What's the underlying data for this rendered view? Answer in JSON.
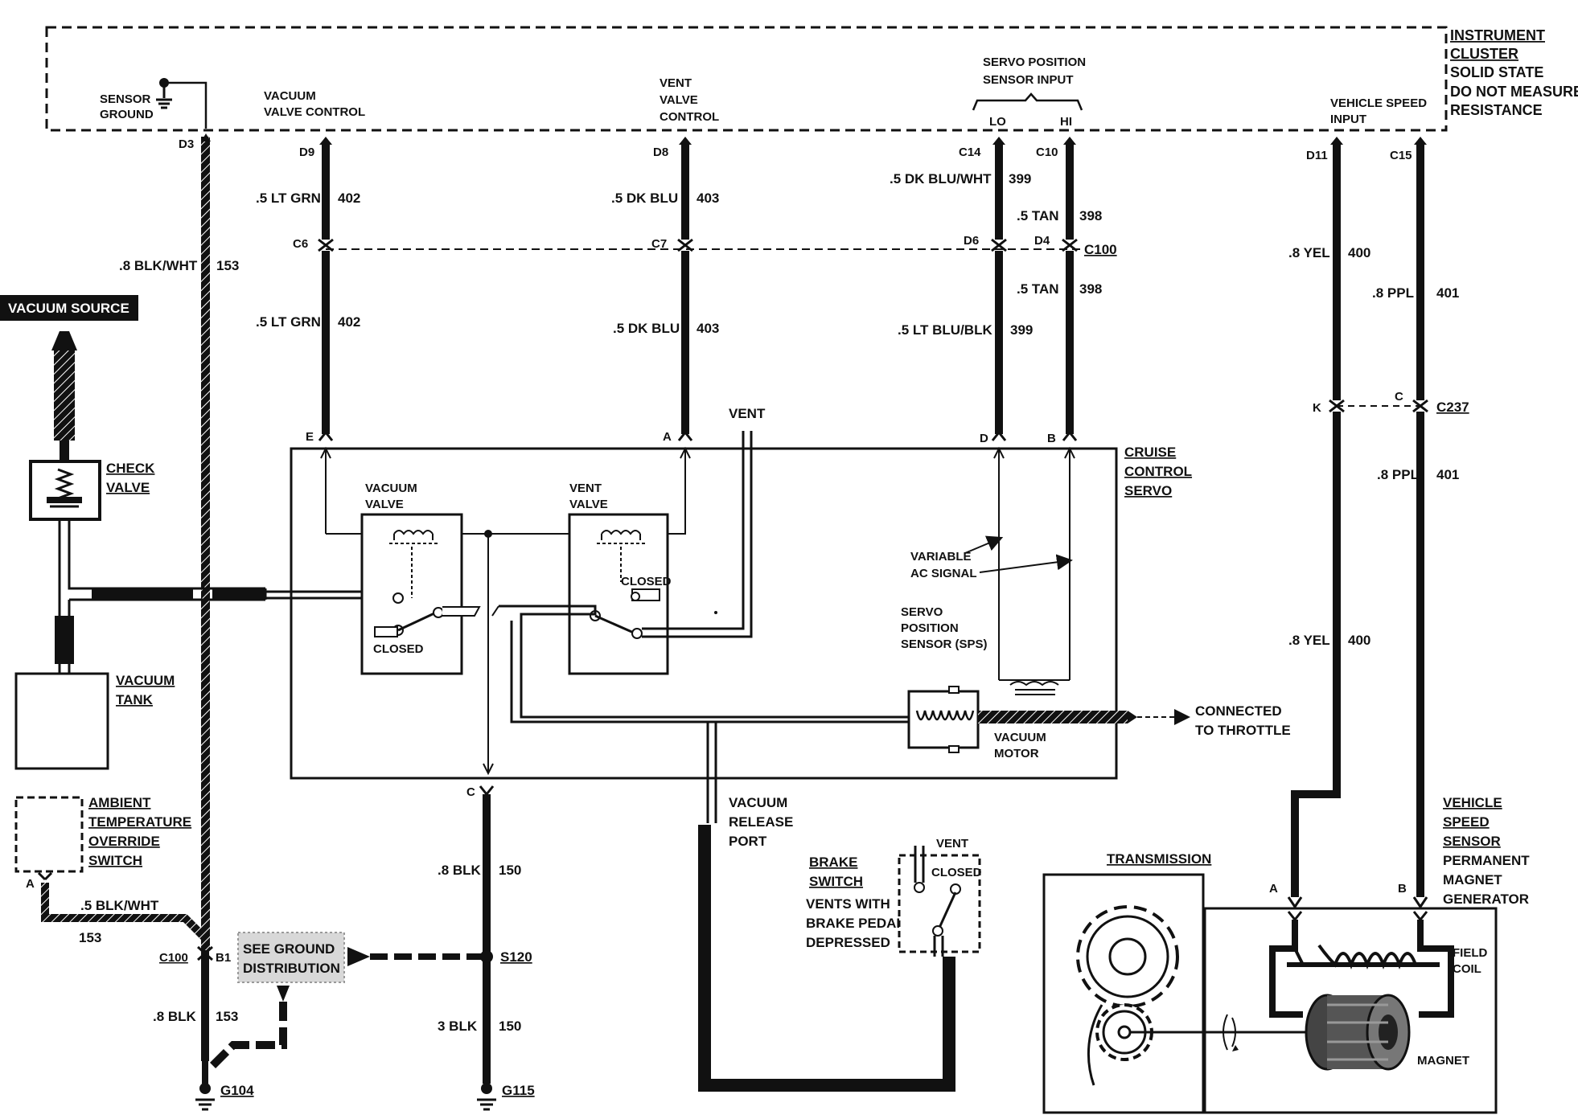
{
  "cluster": {
    "lines": [
      "INSTRUMENT",
      "CLUSTER",
      "SOLID STATE",
      "DO NOT MEASURE",
      "RESISTANCE"
    ],
    "sensor_ground": [
      "SENSOR",
      "GROUND"
    ],
    "vacuum_valve_control": [
      "VACUUM",
      "VALVE CONTROL"
    ],
    "vent_valve_control": [
      "VENT",
      "VALVE",
      "CONTROL"
    ],
    "servo_position_input": [
      "SERVO POSITION",
      "SENSOR INPUT"
    ],
    "lo": "LO",
    "hi": "HI",
    "vehicle_speed_input": [
      "VEHICLE SPEED",
      "INPUT"
    ]
  },
  "pins": {
    "d3": "D3",
    "d9": "D9",
    "d8": "D8",
    "c14": "C14",
    "c10": "C10",
    "d11": "D11",
    "c15": "C15",
    "c6": "C6",
    "c7": "C7",
    "d6": "D6",
    "d4": "D4",
    "c100_top": "C100",
    "k": "K",
    "c": "C",
    "c237": "C237",
    "e": "E",
    "a": "A",
    "d": "D",
    "b": "B",
    "servo_c": "C",
    "c100_bottom": "C100",
    "b1": "B1",
    "s120": "S120",
    "g104": "G104",
    "g115": "G115",
    "amb_a": "A",
    "vss_a": "A",
    "vss_b": "B"
  },
  "wires": {
    "w402_top": ".5 LT GRN",
    "n402_top": "402",
    "w402_bot": ".5 LT GRN",
    "n402_bot": "402",
    "w403_top": ".5 DK BLU",
    "n403_top": "403",
    "w403_bot": ".5 DK BLU",
    "n403_bot": "403",
    "w399_top": ".5 DK BLU/WHT",
    "n399_top": "399",
    "w399_bot": ".5 LT BLU/BLK",
    "n399_bot": "399",
    "w398_top": ".5 TAN",
    "n398_top": "398",
    "w398_bot": ".5 TAN",
    "n398_bot": "398",
    "w400_top": ".8 YEL",
    "n400_top": "400",
    "w400_bot": ".8 YEL",
    "n400_bot": "400",
    "w401_top": ".8 PPL",
    "n401_top": "401",
    "w401_bot": ".8 PPL",
    "n401_bot": "401",
    "w153_top": ".8 BLK/WHT",
    "n153_top": "153",
    "w153_amb": ".5 BLK/WHT",
    "n153_amb": "153",
    "w153_bot": ".8 BLK",
    "n153_bot": "153",
    "w150_top": ".8 BLK",
    "n150_top": "150",
    "w150_bot": "3 BLK",
    "n150_bot": "150"
  },
  "labels": {
    "vacuum_source": "VACUUM  SOURCE",
    "check_valve": [
      "CHECK",
      "VALVE"
    ],
    "vacuum_tank": [
      "VACUUM",
      "TANK"
    ],
    "ambient_switch": [
      "AMBIENT",
      "TEMPERATURE",
      "OVERRIDE",
      "SWITCH"
    ],
    "see_ground": [
      "SEE GROUND",
      "DISTRIBUTION"
    ],
    "vent": "VENT",
    "cruise_servo": [
      "CRUISE",
      "CONTROL",
      "SERVO"
    ],
    "vacuum_valve": [
      "VACUUM",
      "VALVE"
    ],
    "vent_valve": [
      "VENT",
      "VALVE"
    ],
    "closed_1": "CLOSED",
    "closed_2": "CLOSED",
    "variable_ac": [
      "VARIABLE",
      "AC SIGNAL"
    ],
    "sps": [
      "SERVO",
      "POSITION",
      "SENSOR (SPS)"
    ],
    "vacuum_motor": [
      "VACUUM",
      "MOTOR"
    ],
    "connected_throttle": [
      "CONNECTED",
      "TO THROTTLE"
    ],
    "vacuum_release_port": [
      "VACUUM",
      "RELEASE",
      "PORT"
    ],
    "brake_switch_title": [
      "BRAKE",
      "SWITCH"
    ],
    "brake_switch_desc": [
      "VENTS WITH",
      "BRAKE PEDAL",
      "DEPRESSED"
    ],
    "brake_vent": "VENT",
    "brake_closed": "CLOSED",
    "transmission": "TRANSMISSION",
    "vss": [
      "VEHICLE",
      "SPEED",
      "SENSOR",
      "PERMANENT",
      "MAGNET",
      "GENERATOR"
    ],
    "field_coil": [
      "FIELD",
      "COIL"
    ],
    "magnet": "MAGNET"
  }
}
